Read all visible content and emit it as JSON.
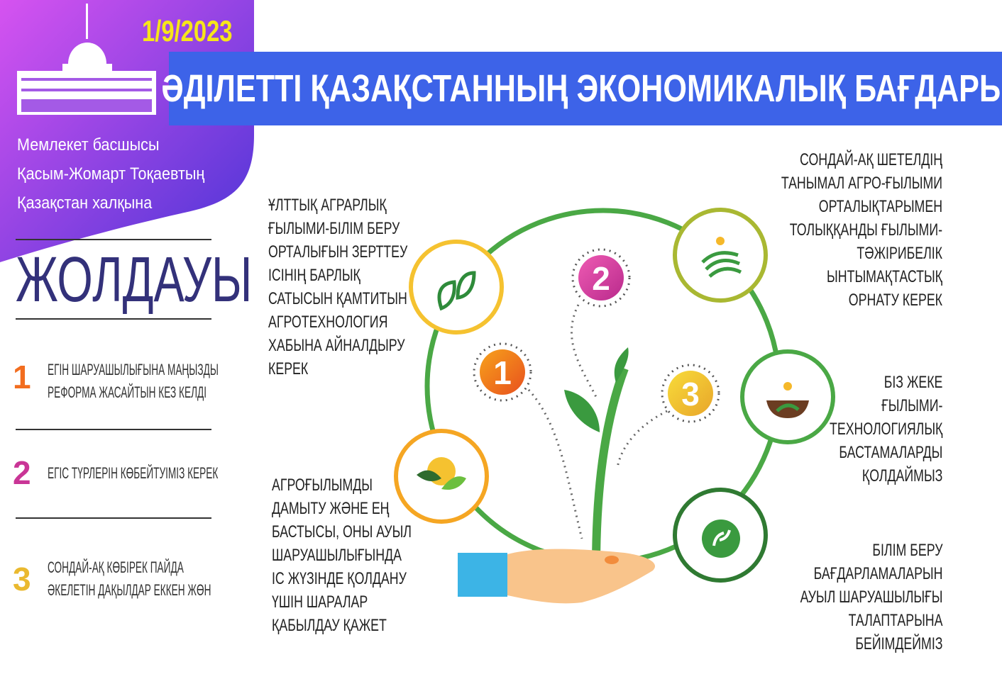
{
  "header": {
    "date": "1/9/2023",
    "title": "ӘДІЛЕТТІ ҚАЗАҚСТАННЫҢ ЭКОНОМИКАЛЫҚ БАҒДАРЫ",
    "subtitle_lines": [
      "Мемлекет басшысы",
      "Қасым-Жомарт Тоқаевтың",
      "Қазақстан халқына"
    ],
    "big_word": "ЖОЛДАУЫ"
  },
  "points": [
    {
      "number": "1",
      "color": "#f26d1f",
      "lines": [
        "ЕГІН ШАРУАШЫЛЫҒЫНА МАҢЫЗДЫ",
        "РЕФОРМА ЖАСАЙТЫН КЕЗ КЕЛДІ"
      ]
    },
    {
      "number": "2",
      "color": "#c93596",
      "lines": [
        "ЕГІС ТҮРЛЕРІН КӨБЕЙТУІМІЗ КЕРЕК"
      ]
    },
    {
      "number": "3",
      "color": "#eab92f",
      "lines": [
        "СОНДАЙ-АҚ КӨБІРЕК ПАЙДА",
        "ӘКЕЛЕТІН ДАҚЫЛДАР ЕККЕН ЖӨН"
      ]
    }
  ],
  "blocks": {
    "top_left": [
      "ҰЛТТЫҚ АГРАРЛЫҚ",
      "ҒЫЛЫМИ-БІЛІМ БЕРУ",
      "ОРТАЛЫҒЫН ЗЕРТТЕУ",
      "ІСІНІҢ БАРЛЫҚ",
      "САТЫСЫН ҚАМТИТЫН",
      "АГРОТЕХНОЛОГИЯ",
      "ХАБЫНА АЙНАЛДЫРУ",
      "КЕРЕК"
    ],
    "bottom_left": [
      "АГРОҒЫЛЫМДЫ",
      "ДАМЫТУ ЖӘНЕ ЕҢ",
      "БАСТЫСЫ, ОНЫ АУЫЛ",
      "ШАРУАШЫЛЫҒЫНДА",
      "ІС ЖҮЗІНДЕ ҚОЛДАНУ",
      "ҮШІН ШАРАЛАР",
      "ҚАБЫЛДАУ ҚАЖЕТ"
    ],
    "top_right": [
      "СОНДАЙ-АҚ ШЕТЕЛДІҢ",
      "ТАНЫМАЛ АГРО-ҒЫЛЫМИ",
      "ОРТАЛЫҚТАРЫМЕН",
      "ТОЛЫҚҚАНДЫ ҒЫЛЫМИ-",
      "ТӘЖІРИБЕЛІК",
      "ЫНТЫМАҚТАСТЫҚ",
      "ОРНАТУ КЕРЕК"
    ],
    "mid_right": [
      "БІЗ ЖЕКЕ",
      "ҒЫЛЫМИ-",
      "ТЕХНОЛОГИЯЛЫҚ",
      "БАСТАМАЛАРДЫ",
      "ҚОЛДАЙМЫЗ"
    ],
    "bottom_right": [
      "БІЛІМ БЕРУ",
      "БАҒДАРЛАМАЛАРЫН",
      "АУЫЛ ШАРУАШЫЛЫҒЫ",
      "ТАЛАПТАРЫНА",
      "БЕЙІМДЕЙМІЗ"
    ]
  },
  "diagram_numbers": [
    "1",
    "2",
    "3"
  ],
  "colors": {
    "purple_start": "#d653f0",
    "purple_end": "#4a34d6",
    "banner": "#3d63e8",
    "date": "#f6e51a",
    "green": "#4aa845",
    "navy": "#33317a"
  }
}
